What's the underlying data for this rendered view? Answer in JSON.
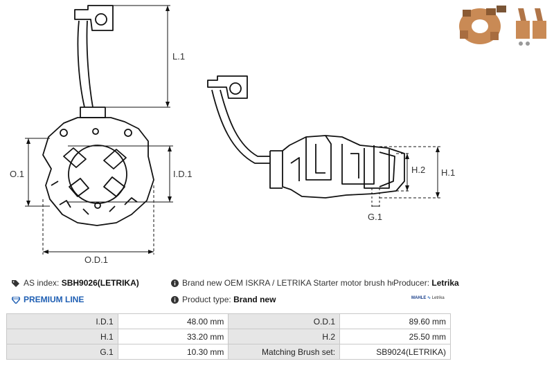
{
  "drawing_labels": {
    "l1": "L.1",
    "o1": "O.1",
    "id1": "I.D.1",
    "od1": "O.D.1",
    "h2": "H.2",
    "h1": "H.1",
    "g1": "G.1"
  },
  "info": {
    "as_index_label": "AS index:",
    "as_index_value": "SBH9026(LETRIKA)",
    "description": "Brand new OEM ISKRA / LETRIKA Starter motor brush holder",
    "producer_label": "Producer:",
    "producer_value": "Letrika",
    "premium_line": "PREMIUM LINE",
    "product_type_label": "Product type:",
    "product_type_value": "Brand new",
    "logo_mahle": "MAHLE",
    "logo_letrika": "Letrika"
  },
  "specs": [
    {
      "label1": "I.D.1",
      "value1": "48.00 mm",
      "label2": "O.D.1",
      "value2": "89.60 mm"
    },
    {
      "label1": "H.1",
      "value1": "33.20 mm",
      "label2": "H.2",
      "value2": "25.50 mm"
    },
    {
      "label1": "G.1",
      "value1": "10.30 mm",
      "label2": "Matching Brush set:",
      "value2": "SB9024(LETRIKA)"
    }
  ],
  "colors": {
    "premium": "#1f5fb3",
    "table_label_bg": "#e6e6e6",
    "copper": "#c98a55"
  },
  "icons": [
    "tags-icon",
    "info-icon",
    "diamond-icon",
    "mahle-letrika-logo",
    "product-photo"
  ]
}
